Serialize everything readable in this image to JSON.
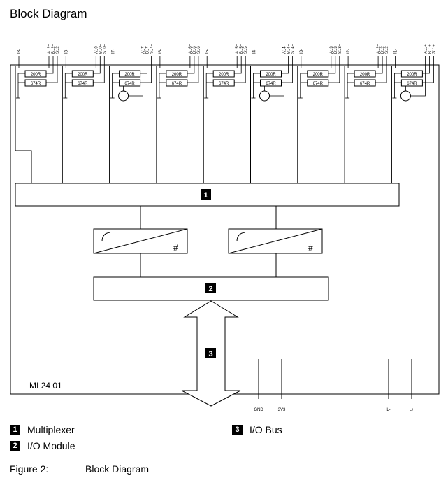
{
  "title": "Block Diagram",
  "module_id": "MI 24 01",
  "blocks": {
    "multiplexer_num": "1",
    "io_module_num": "2",
    "io_bus_num": "3",
    "converter_symbol": "#"
  },
  "resistors": {
    "upper": "200R",
    "lower": "674R"
  },
  "terminals_top": [
    [
      "I3-",
      "A12+",
      "B12+",
      "S12+"
    ],
    [
      "I8-",
      "A10+",
      "B10+",
      "S10+"
    ],
    [
      "I7-",
      "A17+",
      "B17+",
      "S17+"
    ],
    [
      "I6-",
      "A16+",
      "B16+",
      "S16+"
    ],
    [
      "I5-",
      "A15+",
      "B15+",
      "S15+"
    ],
    [
      "I4-",
      "A14+",
      "B14+",
      "S14+"
    ],
    [
      "I3-",
      "A13+",
      "B13+",
      "S13+"
    ],
    [
      "I2-",
      "A12+",
      "B12+",
      "S12+"
    ],
    [
      "I1-",
      "A11+",
      "B11+",
      "S11+"
    ]
  ],
  "terminals_bottom": {
    "gnd": "GND",
    "v33": "3V3",
    "l_minus": "L-",
    "l_plus": "L+"
  },
  "legend": [
    {
      "num": "1",
      "label": "Multiplexer"
    },
    {
      "num": "2",
      "label": "I/O Module"
    },
    {
      "num": "3",
      "label": "I/O Bus"
    }
  ],
  "caption": {
    "figure": "Figure 2:",
    "text": "Block Diagram"
  }
}
